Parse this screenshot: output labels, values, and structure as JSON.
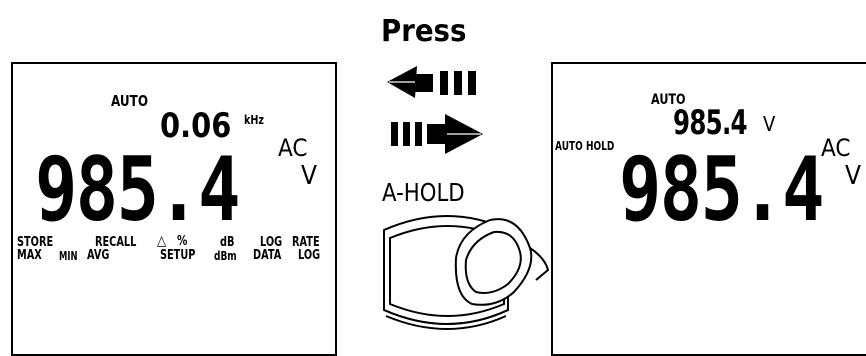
{
  "action": {
    "label": "Press"
  },
  "button": {
    "label": "A-HOLD"
  },
  "left_display": {
    "auto": "AUTO",
    "freq_value": "0.06",
    "freq_unit": "kHz",
    "ac": "AC",
    "main_value": "985.4",
    "unit": "V",
    "row1": [
      "STORE",
      "RECALL",
      "△",
      "%",
      "dB",
      "LOG",
      "RATE"
    ],
    "row2": [
      "MAX",
      "MIN",
      "AVG",
      "SETUP",
      "dBm",
      "DATA",
      "LOG"
    ]
  },
  "right_display": {
    "auto_top": "AUTO",
    "aux_value": "985.4",
    "aux_unit": "V",
    "auto_left": "AUTO",
    "hold": "HOLD",
    "ac": "AC",
    "main_value": "985.4",
    "unit": "V"
  }
}
